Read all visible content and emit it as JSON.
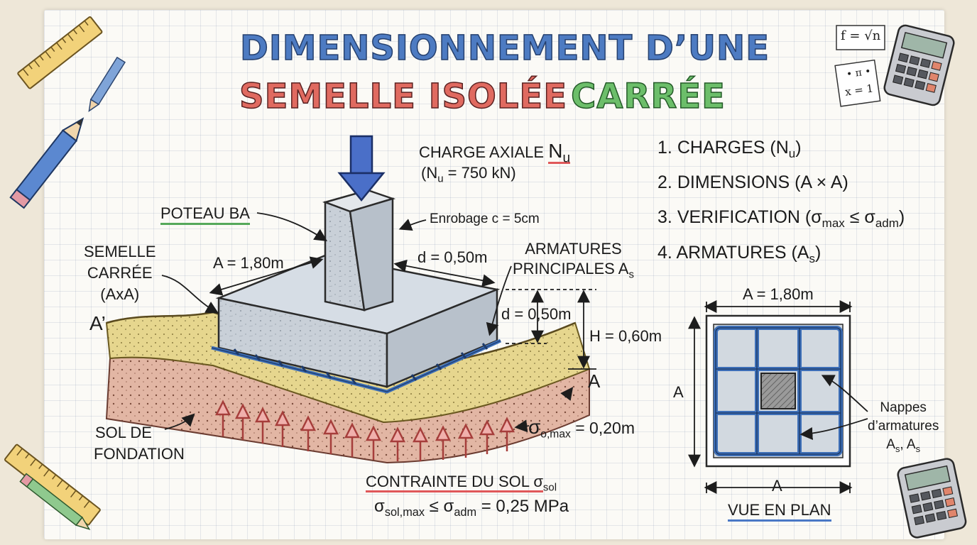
{
  "title": {
    "line1": "DIMENSIONNEMENT D’UNE",
    "line2_red": "SEMELLE ISOLÉE",
    "line2_green": "CARRÉE"
  },
  "labels": {
    "charge_axiale": "CHARGE AXIALE",
    "nu_symbol": "N",
    "nu_sub": "u",
    "nu_value": "(N",
    "nu_value_rest": " = 750 kN)",
    "poteau": "POTEAU BA",
    "enrobage": "Enrobage c = 5cm",
    "semelle_line1": "SEMELLE",
    "semelle_line2": "CARRÉE",
    "semelle_line3": "(AxA)",
    "a_prime": "A’",
    "a_point": "A",
    "a_dim": "A = 1,80m",
    "d_top": "d = 0,50m",
    "armatures_line1": "ARMATURES",
    "armatures_line2": "PRINCIPALES A",
    "armatures_sub": "s",
    "d_side": "d = 0,50m",
    "h_side": "H = 0,60m",
    "sol_line1": "SOL DE",
    "sol_line2": "FONDATION",
    "sigma_max": "σ",
    "sigma_max_sub": "o,max",
    "sigma_max_rest": " = 0,20m",
    "contrainte": "CONTRAINTE DU SOL σ",
    "contrainte_sub": "sol",
    "condition_a": "σ",
    "condition_sub": "sol,max",
    "condition_rest": " ≤ σ",
    "condition_sub2": "adm",
    "condition_end": " = 0,25 MPa"
  },
  "steps": [
    {
      "num": "1.",
      "text": "CHARGES (N",
      "sub": "u",
      "end": ")"
    },
    {
      "num": "2.",
      "text": "DIMENSIONS (A × A)",
      "sub": "",
      "end": ""
    },
    {
      "num": "3.",
      "text": "VERIFICATION (σ",
      "sub": "max",
      "end": " ≤ σ",
      "sub2": "adm",
      "end2": ")"
    },
    {
      "num": "4.",
      "text": "ARMATURES (A",
      "sub": "s",
      "end": ")"
    }
  ],
  "plan": {
    "top_dim": "A = 1,80m",
    "left_dim": "A",
    "bottom_dim": "A",
    "nappes_line1": "Nappes",
    "nappes_line2": "d’armatures",
    "nappes_line3": "A",
    "nappes_sub": "s",
    "nappes_mid": ", A",
    "nappes_sub2": "s",
    "caption": "VUE EN PLAN"
  },
  "decor": {
    "formula_card": "f = √n",
    "notes_card_line1": "• π •",
    "notes_card_line2": "x = 1"
  },
  "colors": {
    "title_blue": "#4d7bc2",
    "title_red": "#e06a60",
    "title_green": "#6cbe6a",
    "rebar": "#3d6fb8",
    "load_arrow": "#4a6fc8",
    "soil_arrow": "#c0504d"
  }
}
